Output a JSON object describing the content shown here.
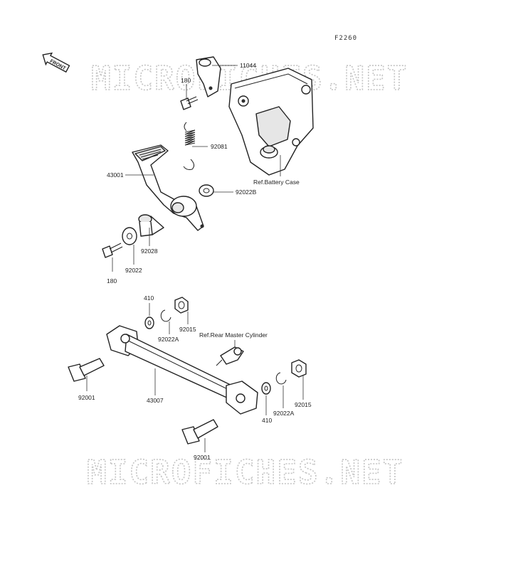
{
  "figure_code": "F2260",
  "front_marker": "FRONT",
  "watermark": "MICROFICHES.NET",
  "colors": {
    "ink": "#222222",
    "watermark": "#c4c4c4",
    "background": "#ffffff"
  },
  "callouts": {
    "p11044": "11044",
    "p180_top": "180",
    "p92081": "92081",
    "ref_battery": "Ref.Battery Case",
    "p43001": "43001",
    "p92022b": "92022B",
    "p92028": "92028",
    "p92022": "92022",
    "p180_bottom": "180",
    "p410_top": "410",
    "p92022a_top": "92022A",
    "p92015_top": "92015",
    "ref_master": "Ref.Rear Master Cylinder",
    "p92001_left": "92001",
    "p43007": "43007",
    "p410_bottom": "410",
    "p92022a_bottom": "92022A",
    "p92015_bottom": "92015",
    "p92001_bottom": "92001"
  }
}
